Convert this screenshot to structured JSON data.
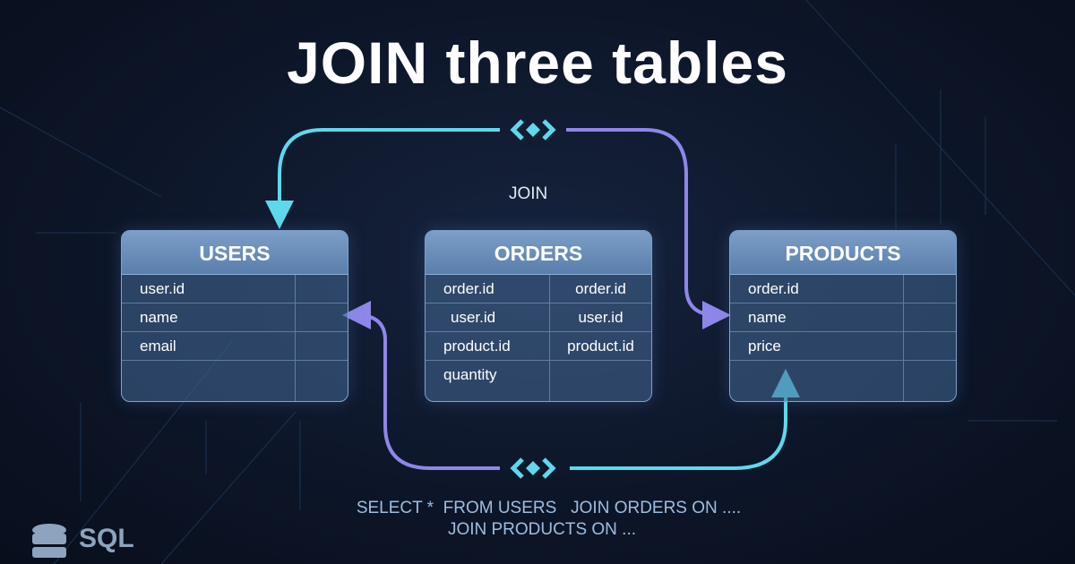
{
  "title": "JOIN three tables",
  "join_label": "JOIN",
  "tables": [
    {
      "name": "USERS",
      "rows": [
        [
          "user.id",
          ""
        ],
        [
          "name",
          ""
        ],
        [
          "email",
          ""
        ],
        [
          "",
          ""
        ]
      ]
    },
    {
      "name": "ORDERS",
      "rows": [
        [
          "order.id",
          "order.id"
        ],
        [
          "user.id",
          "user.id"
        ],
        [
          "product.id",
          "product.id"
        ],
        [
          "quantity",
          ""
        ]
      ]
    },
    {
      "name": "PRODUCTS",
      "rows": [
        [
          "order.id",
          ""
        ],
        [
          "name",
          ""
        ],
        [
          "price",
          ""
        ],
        [
          "",
          ""
        ]
      ]
    }
  ],
  "sql_line1": "SELECT *  FROM USERS   JOIN ORDERS ON ....",
  "sql_line2": "JOIN PRODUCTS ON ...",
  "logo_text": "SQL",
  "colors": {
    "cyan": "#5fd8ec",
    "purple": "#8f86ea"
  }
}
